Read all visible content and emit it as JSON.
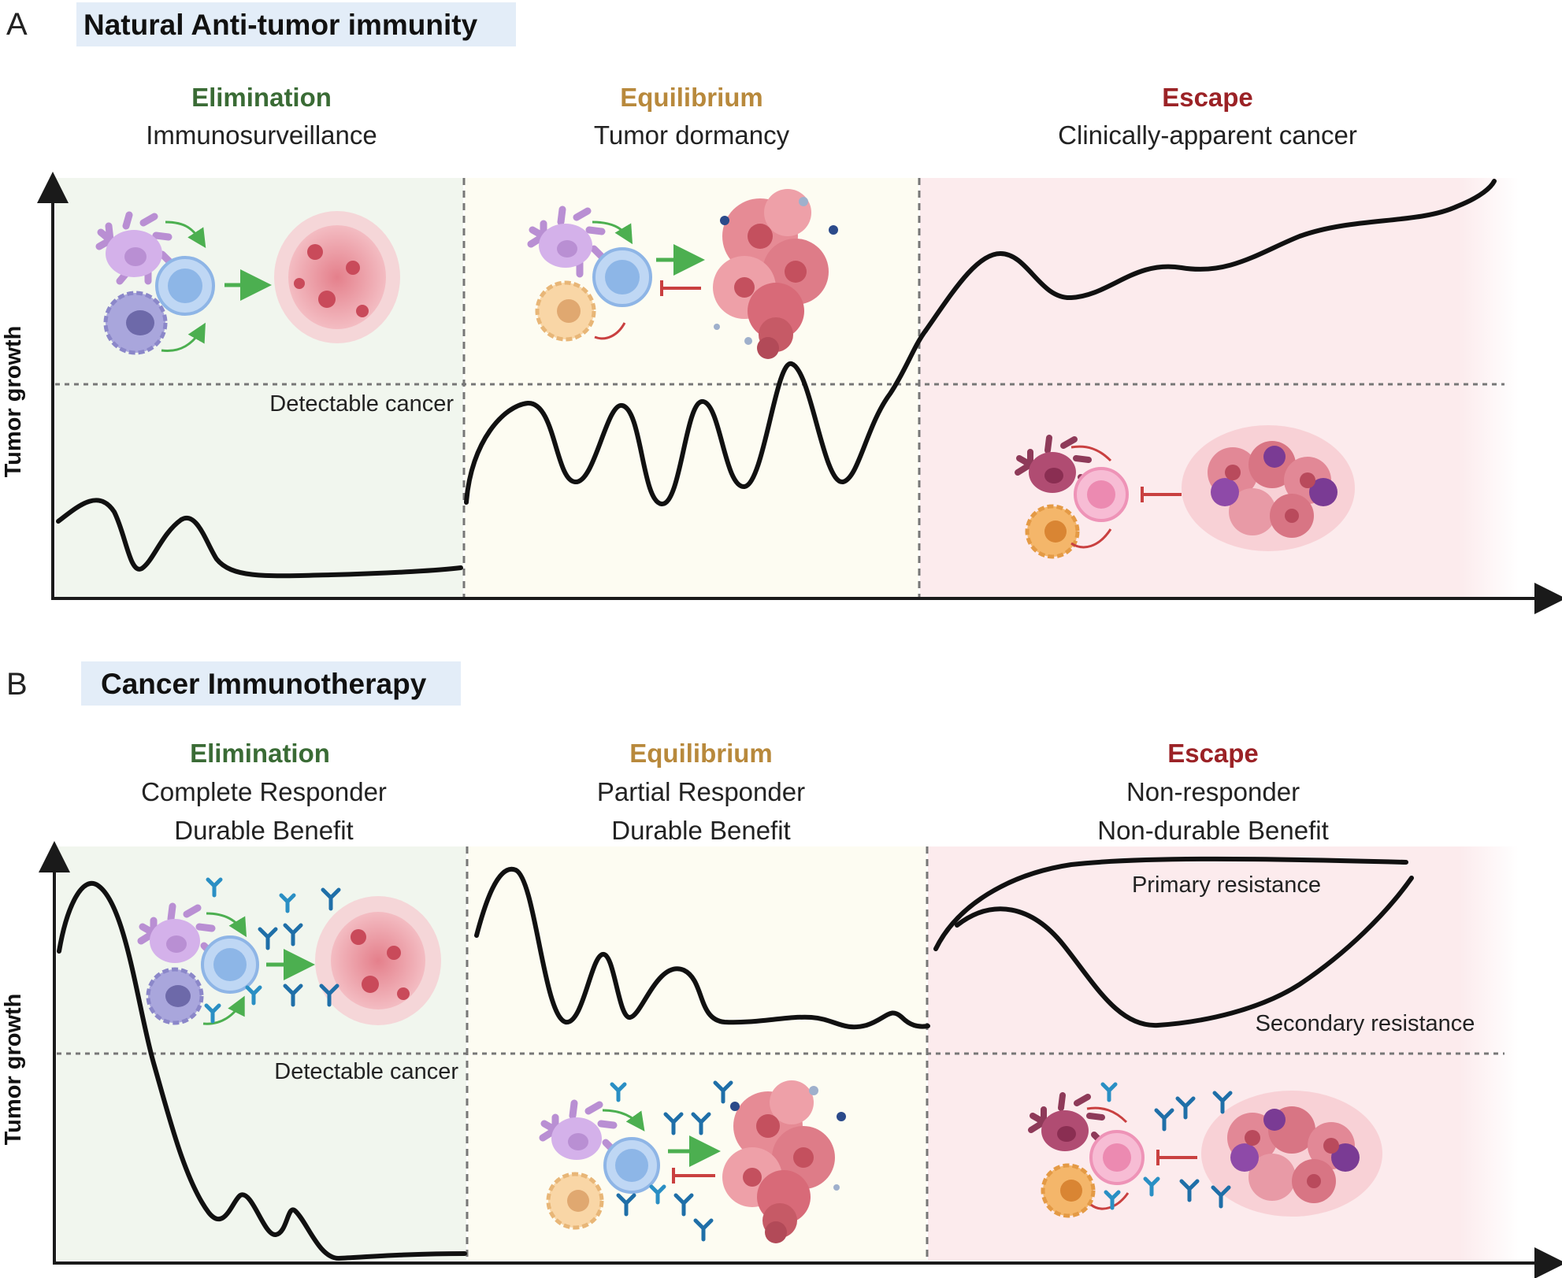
{
  "panel_a": {
    "letter": "A",
    "title": "Natural Anti-tumor immunity",
    "y_axis_label": "Tumor growth",
    "threshold_label": "Detectable cancer",
    "phases": [
      {
        "name": "Elimination",
        "subtitle": "Immunosurveillance",
        "subtitle2": ""
      },
      {
        "name": "Equilibrium",
        "subtitle": "Tumor dormancy",
        "subtitle2": ""
      },
      {
        "name": "Escape",
        "subtitle": "Clinically-apparent cancer",
        "subtitle2": ""
      }
    ]
  },
  "panel_b": {
    "letter": "B",
    "title": "Cancer Immunotherapy",
    "y_axis_label": "Tumor growth",
    "threshold_label": "Detectable cancer",
    "phases": [
      {
        "name": "Elimination",
        "subtitle": "Complete Responder",
        "subtitle2": "Durable Benefit"
      },
      {
        "name": "Equilibrium",
        "subtitle": "Partial Responder",
        "subtitle2": "Durable Benefit"
      },
      {
        "name": "Escape",
        "subtitle": "Non-responder",
        "subtitle2": "Non-durable Benefit"
      }
    ],
    "curve_labels": {
      "primary": "Primary resistance",
      "secondary": "Secondary resistance"
    }
  },
  "colors": {
    "elimination": "#3a6b35",
    "equilibrium": "#b8893c",
    "escape": "#9b2226",
    "elimination_bg": "#f1f6ee",
    "equilibrium_bg": "#fdfcf2",
    "escape_bg": "#fcebed",
    "title_box": "#e3edf8"
  }
}
